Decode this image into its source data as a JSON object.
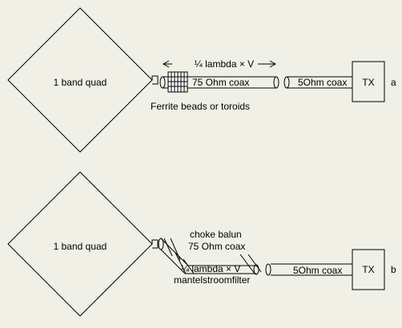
{
  "colors": {
    "background": "#f0f0e6",
    "line": "#000000"
  },
  "diagram_a": {
    "antenna_label": "1 band quad",
    "length_label": "¼ lambda × V",
    "coax75_label": "75 Ohm coax",
    "coax50_label": "5Ohm coax",
    "tx_label": "TX",
    "choke_label": "Ferrite beads or toroids",
    "panel_label": "a"
  },
  "diagram_b": {
    "antenna_label": "1 band quad",
    "choke_title": "choke balun",
    "coax75_label": "75 Ohm coax",
    "length_label": "¼ lambda × V",
    "filter_label": "mantelstroomfilter",
    "coax50_label": "5Ohm coax",
    "tx_label": "TX",
    "panel_label": "b"
  }
}
